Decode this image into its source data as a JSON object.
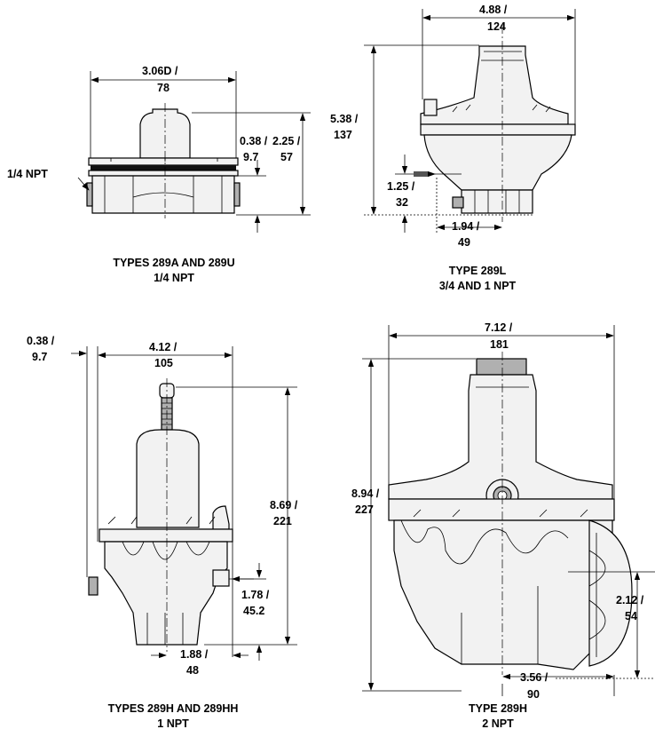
{
  "views": {
    "a": {
      "caption_line1": "TYPES 289A AND 289U",
      "caption_line2": "1/4 NPT",
      "dim_width_1": "3.06D /",
      "dim_width_2": "78",
      "dim_height_1": "2.25 /",
      "dim_height_2": "57",
      "dim_offset_1": "0.38 /",
      "dim_offset_2": "9.7",
      "port_label": "1/4 NPT"
    },
    "l": {
      "caption_line1": "TYPE 289L",
      "caption_line2": "3/4 AND 1 NPT",
      "dim_width_1": "4.88 /",
      "dim_width_2": "124",
      "dim_height_1": "5.38 /",
      "dim_height_2": "137",
      "dim_inlet_1": "1.25 /",
      "dim_inlet_2": "32",
      "dim_base_1": "1.94 /",
      "dim_base_2": "49"
    },
    "hh": {
      "caption_line1": "TYPES 289H AND 289HH",
      "caption_line2": "1 NPT",
      "dim_offset_1": "0.38 /",
      "dim_offset_2": "9.7",
      "dim_width_1": "4.12 /",
      "dim_width_2": "105",
      "dim_height_1": "8.69 /",
      "dim_height_2": "221",
      "dim_inlet_1": "1.78 /",
      "dim_inlet_2": "45.2",
      "dim_base_1": "1.88 /",
      "dim_base_2": "48"
    },
    "h2": {
      "caption_line1": "TYPE 289H",
      "caption_line2": "2 NPT",
      "dim_width_1": "7.12 /",
      "dim_width_2": "181",
      "dim_height_1": "8.94 /",
      "dim_height_2": "227",
      "dim_inlet_1": "2.12 /",
      "dim_inlet_2": "54",
      "dim_base_1": "3.56 /",
      "dim_base_2": "90"
    }
  }
}
